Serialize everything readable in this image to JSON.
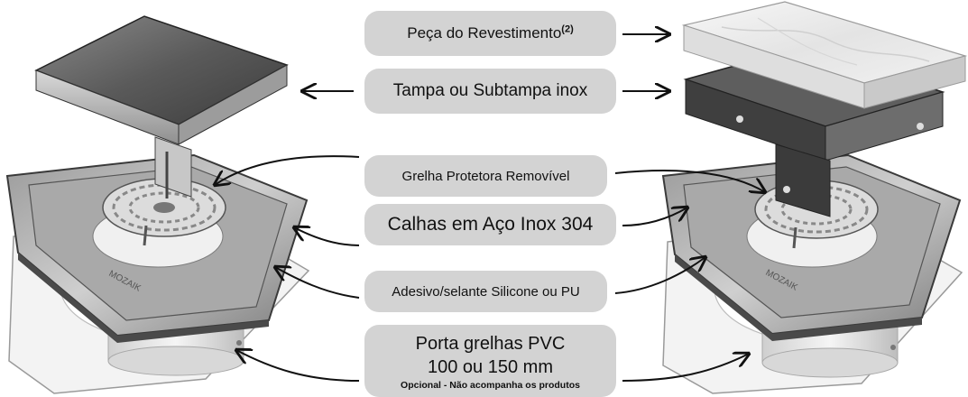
{
  "labels": {
    "revestimento": {
      "text": "Peça do Revestimento",
      "note": "(2)"
    },
    "tampa": "Tampa ou Subtampa inox",
    "grelha": "Grelha Protetora Removível",
    "calhas": "Calhas em Aço Inox 304",
    "adesivo": "Adesivo/selante Silicone ou PU",
    "porta": {
      "line1": "Porta grelhas PVC",
      "line2": "100 ou 150 mm",
      "note": "Opcional - Não acompanha os produtos"
    }
  },
  "brand_mark": "MOZAIK",
  "colors": {
    "label_bg": "#d3d3d3",
    "arrow": "#111111",
    "steel_dark": "#4a4a4a",
    "steel_light": "#bdbdbd",
    "pvc": "#f2f2f2",
    "marble": "#ececec"
  }
}
